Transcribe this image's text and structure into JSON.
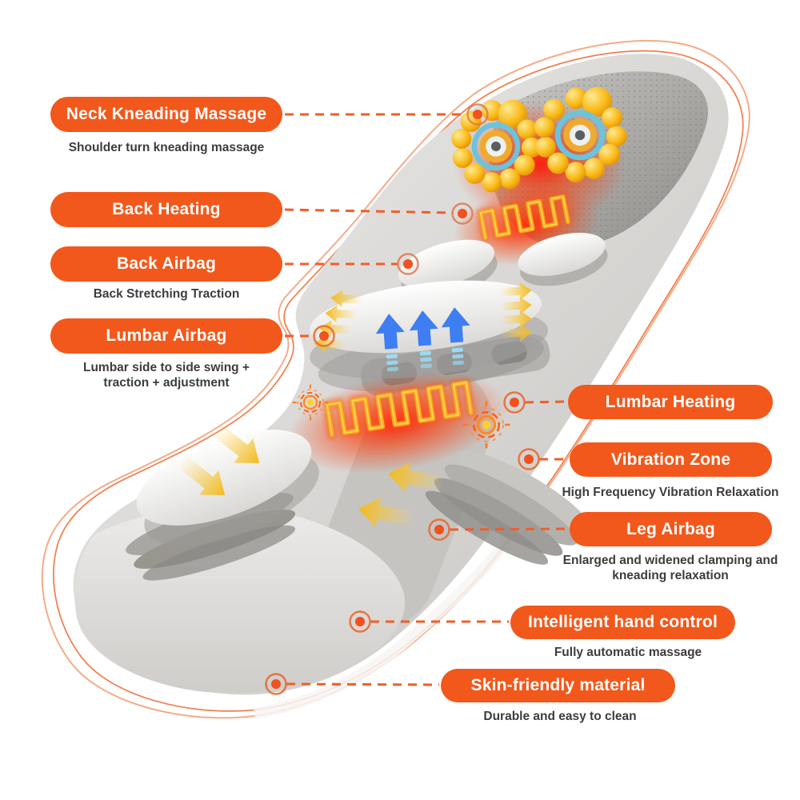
{
  "colors": {
    "accent": "#F2581B",
    "connector": "#EE5F2B",
    "subtext": "#3D3D3D",
    "heat_glow": "#FF2000",
    "coil": "#FFA21E",
    "airbag_arrow_yellow": "#F3B91C",
    "inflate_arrow_blue": "#3E7EF2",
    "mat_gray": "#C8C6C3"
  },
  "callouts": [
    {
      "id": "neck-kneading-massage",
      "label": "Neck Kneading Massage",
      "description": "Shoulder turn kneading massage"
    },
    {
      "id": "back-heating",
      "label": "Back Heating",
      "description": ""
    },
    {
      "id": "back-airbag",
      "label": "Back Airbag",
      "description": "Back Stretching Traction"
    },
    {
      "id": "lumbar-airbag",
      "label": "Lumbar Airbag",
      "description": "Lumbar side to side swing + traction + adjustment"
    },
    {
      "id": "lumbar-heating",
      "label": "Lumbar Heating",
      "description": ""
    },
    {
      "id": "vibration-zone",
      "label": "Vibration Zone",
      "description": "High Frequency Vibration Relaxation"
    },
    {
      "id": "leg-airbag",
      "label": "Leg Airbag",
      "description": "Enlarged and widened clamping and kneading relaxation"
    },
    {
      "id": "intelligent-hand-control",
      "label": "Intelligent hand control",
      "description": "Fully automatic massage"
    },
    {
      "id": "skin-friendly-material",
      "label": "Skin-friendly material",
      "description": "Durable and easy to clean"
    }
  ],
  "illustration": {
    "subject": "massage mat shown in three-quarter view with highlighted feature zones",
    "icons": [
      "neck-massage-roller-icon",
      "heating-coil-icon",
      "airbag-pillow-icon",
      "vibration-rings-icon",
      "inflate-up-arrow-icon",
      "airbag-side-arrow-icon",
      "target-marker-icon",
      "dashed-connector-line"
    ]
  }
}
